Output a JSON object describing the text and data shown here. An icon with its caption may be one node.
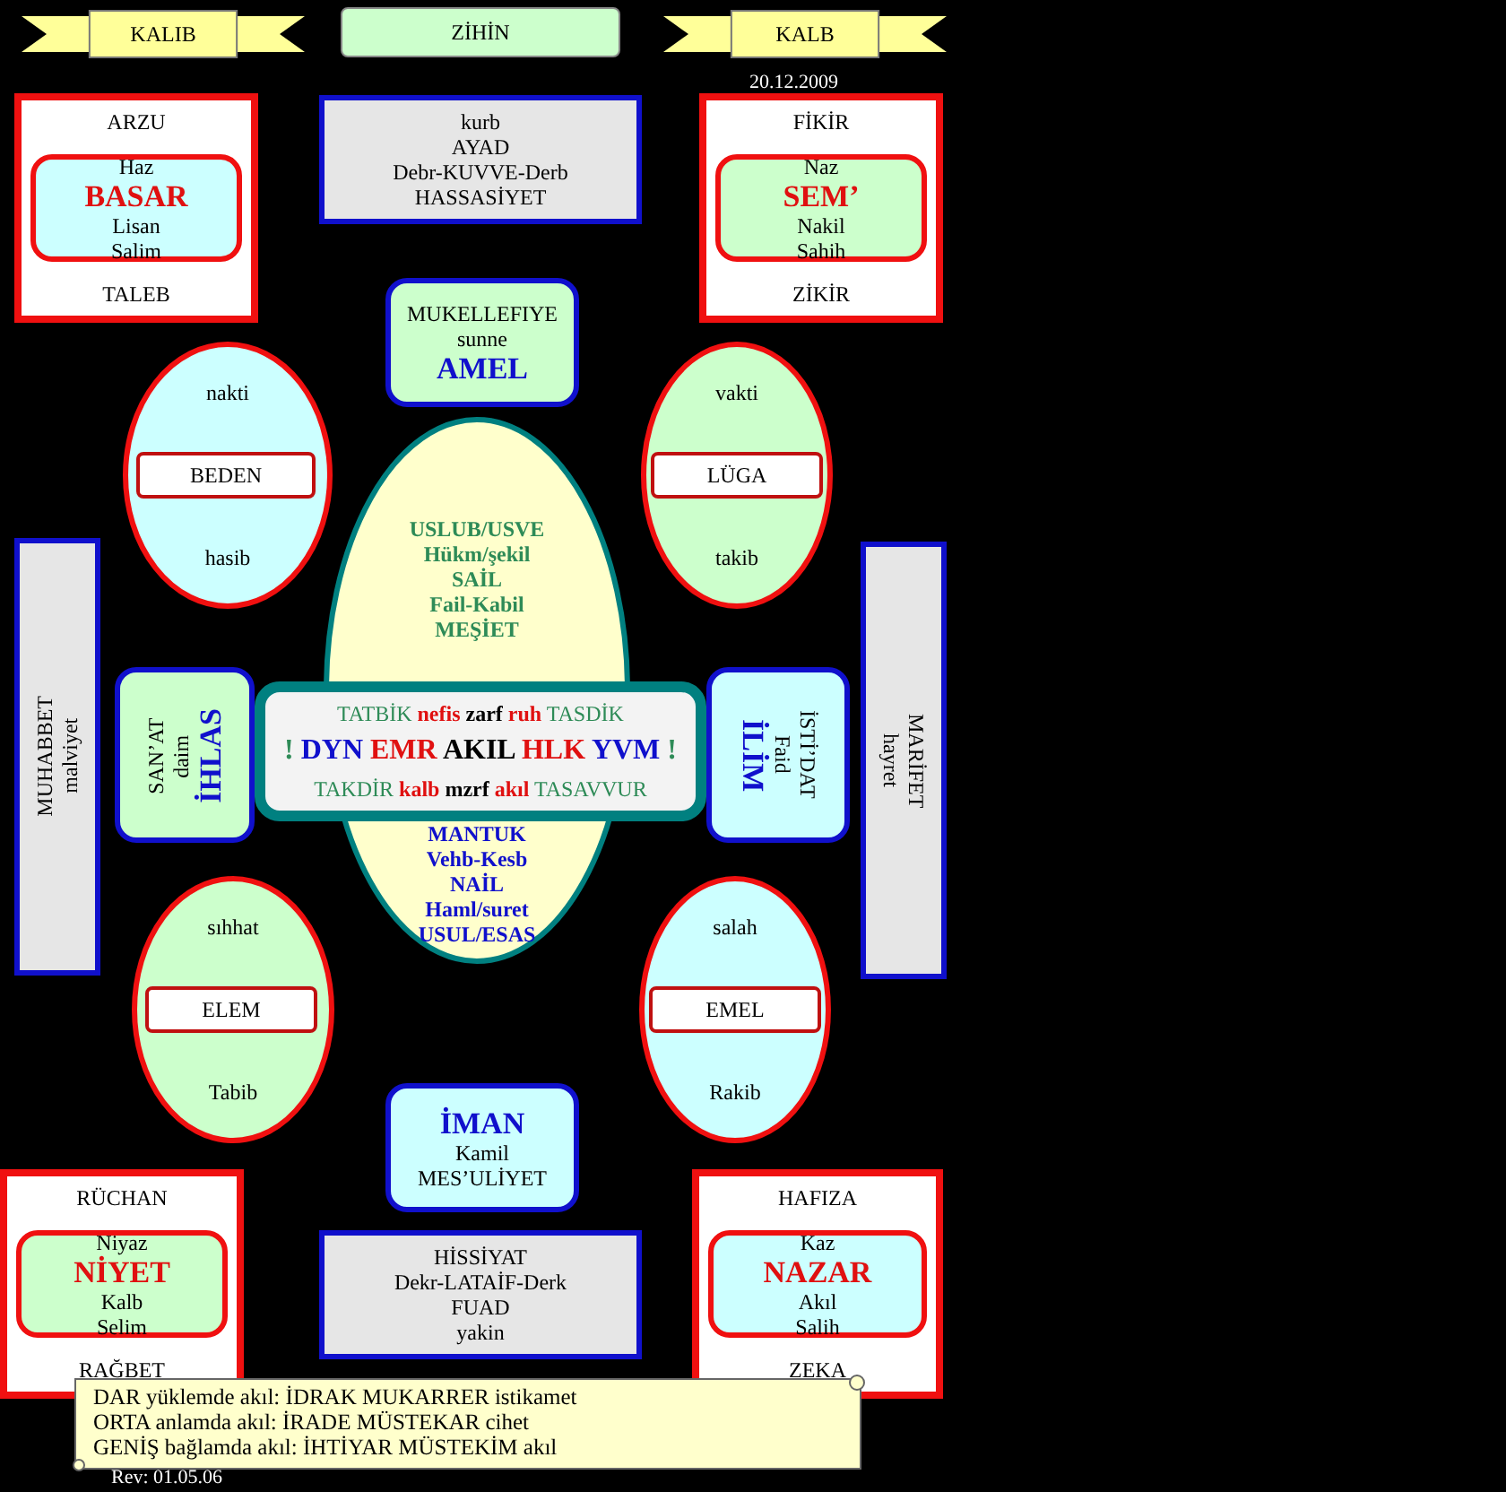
{
  "diagram": {
    "nodes": [
      {
        "text": [
          "KALIB"
        ]
      },
      {
        "text": [
          "ZİHİN"
        ]
      },
      {
        "text": [
          "KALB"
        ]
      },
      {
        "text": [
          "ARZU",
          "TALEB"
        ]
      },
      {
        "text": [
          "Haz",
          "BASAR",
          "Lisan",
          "Salim"
        ],
        "in": 3
      },
      {
        "text": [
          "kurb",
          "AYAD",
          "Debr-KUVVE-Derb",
          "HASSASİYET"
        ]
      },
      {
        "text": [
          "FİKİR",
          "ZİKİR"
        ]
      },
      {
        "text": [
          "Naz",
          "SEM’",
          "Nakil",
          "Sahih"
        ],
        "in": 6
      },
      {
        "text": [
          "MUKELLEFIYE",
          "sunne",
          "AMEL"
        ]
      },
      {
        "text": [
          "nakti",
          "hasib"
        ]
      },
      {
        "text": [
          "BEDEN"
        ],
        "in": 9
      },
      {
        "text": [
          "vakti",
          "takib"
        ]
      },
      {
        "text": [
          "LÜGA"
        ],
        "in": 11
      },
      {
        "text": [
          "USLUB/USVE",
          "Hükm/şekil",
          "SAİL",
          "Fail-Kabil",
          "MEŞİET",
          "MANTUK",
          "Vehb-Kesb",
          "NAİL",
          "Haml/suret",
          "USUL/ESAS"
        ]
      },
      {
        "text": [
          "MUHABBET",
          "malviyet"
        ]
      },
      {
        "text": [
          "SAN’AT",
          "daim",
          "İHLAS"
        ]
      },
      {
        "text": [
          "TATBİK **nefis** **zarf** **ruh** TASDİK",
          "! DYN EMR AKIL HLK YVM !",
          "TAKDİR **kalb** **mzrf** **akıl** TASAVVUR"
        ]
      },
      {
        "text": [
          "İLİM",
          "Faid",
          "İSTİ’DAT"
        ]
      },
      {
        "text": [
          "hayret",
          "MARİFET"
        ]
      },
      {
        "text": [
          "sıhhat",
          "Tabib"
        ]
      },
      {
        "text": [
          "ELEM"
        ],
        "in": 19
      },
      {
        "text": [
          "salah",
          "Rakib"
        ]
      },
      {
        "text": [
          "EMEL"
        ],
        "in": 21
      },
      {
        "text": [
          "İMAN",
          "Kamil",
          "MES’ULİYET"
        ]
      },
      {
        "text": [
          "RÜCHAN",
          "RAĞBET"
        ]
      },
      {
        "text": [
          "Niyaz",
          "NİYET",
          "Kalb",
          "Selim"
        ],
        "in": 24
      },
      {
        "text": [
          "HİSSİYAT",
          "Dekr-LATAİF-Derk",
          "FUAD",
          "yakin"
        ]
      },
      {
        "text": [
          "HAFIZA",
          "ZEKA"
        ]
      },
      {
        "text": [
          "Kaz",
          "NAZAR",
          "Akıl",
          "Salih"
        ],
        "in": 27
      },
      {
        "text": [
          "DAR yüklemde akıl: İDRAK MUKARRER  istikamet",
          "ORTA anlamda akıl: İRADE MÜSTEKAR cihet",
          "GENİŞ bağlamda akıl: İHTİYAR MÜSTEKİM akıl"
        ]
      }
    ],
    "labels": [
      "20.12.2009",
      "Rev: 01.05.06"
    ]
  }
}
